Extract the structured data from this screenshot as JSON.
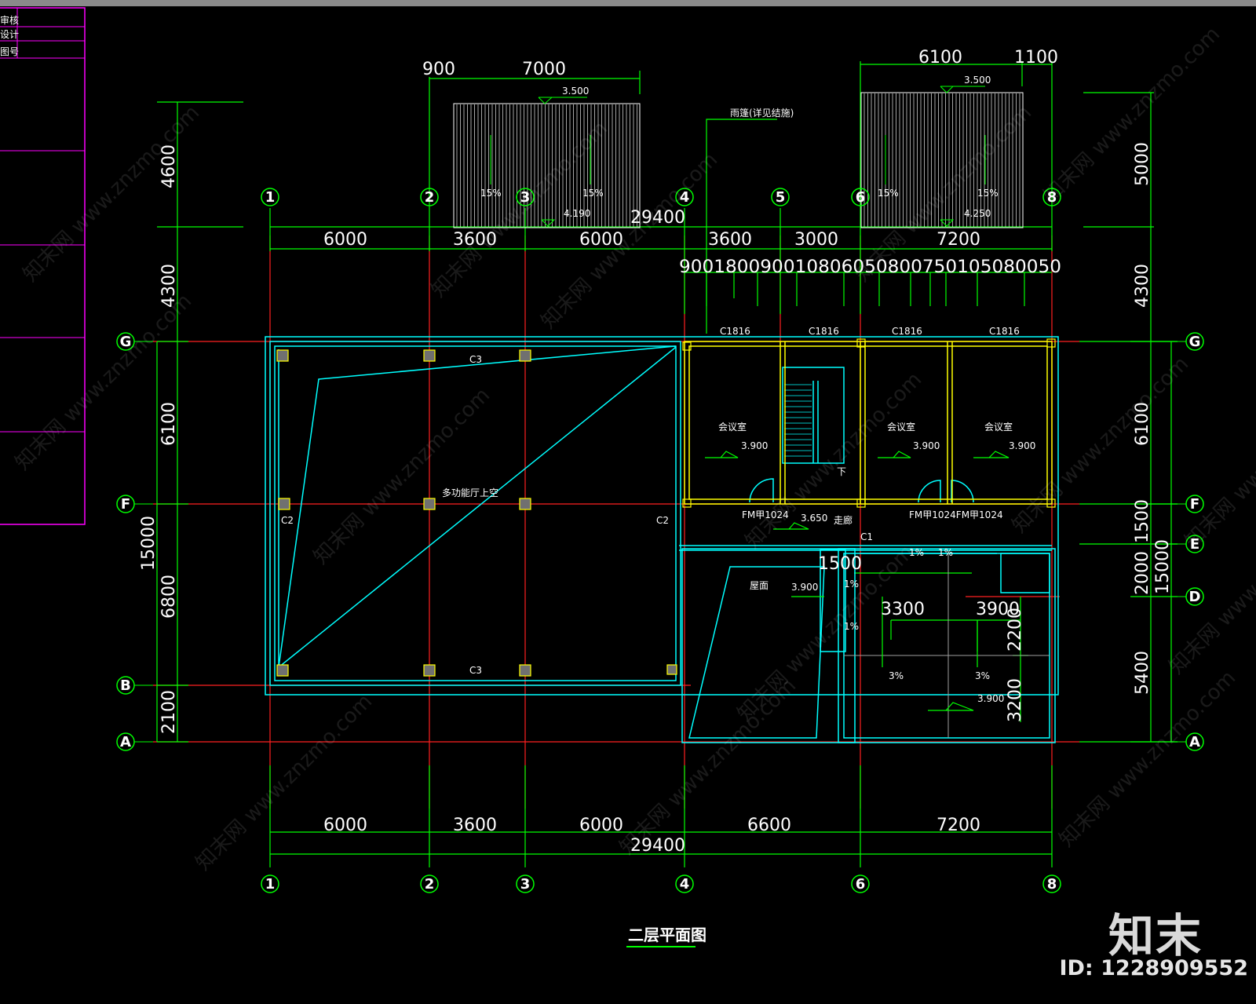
{
  "drawing": {
    "title": "二层平面图",
    "total_width_label": "29400",
    "total_depth_label": "15000"
  },
  "axes": {
    "columns": [
      "1",
      "2",
      "3",
      "4",
      "5",
      "6",
      "8"
    ],
    "rows": [
      "G",
      "F",
      "E",
      "D",
      "B",
      "A"
    ]
  },
  "dims": {
    "top_canopy_left": [
      "900",
      "7000"
    ],
    "top_canopy_right": [
      "6100",
      "1100"
    ],
    "top_chain": [
      "6000",
      "3600",
      "6000",
      "3600",
      "3000",
      "7200"
    ],
    "top_small_chain": "900180090010806050800750105080050",
    "bottom_chain": [
      "6000",
      "3600",
      "6000",
      "6600",
      "7200"
    ],
    "left_chain": [
      "4600",
      "4300",
      "6100",
      "6800",
      "2100"
    ],
    "left_total": "15000",
    "right_chain": [
      "5000",
      "4300",
      "6100",
      "1500",
      "2000",
      "5400"
    ],
    "right_total": "15000",
    "inner": [
      "1500",
      "3300",
      "3900",
      "2200",
      "3200"
    ]
  },
  "labels": {
    "window_c1816": "C1816",
    "window_c3": "C3",
    "window_c2": "C2",
    "window_c1": "C1",
    "door_fm": "FM甲1024",
    "door_fm_pair": "FM甲1024FM甲1024",
    "elev_3500": "3.500",
    "elev_4190": "4.190",
    "elev_4250": "4.250",
    "elev_3900": "3.900",
    "elev_3650": "3.650",
    "slope_15": "15%",
    "slope_1": "1%",
    "slope_3": "3%",
    "room_office": "会议室",
    "room_hall": "多功能厅上空",
    "corridor": "走廊",
    "roof": "屋面",
    "stair_down": "下",
    "canopy_note": "雨篷(详见结施)"
  },
  "title_block": [
    "审核",
    "设计",
    "图号"
  ],
  "watermark": {
    "text": "知末网 www.znzmo.com",
    "logo": "知末",
    "id_label": "ID: 1228909552"
  },
  "colors": {
    "axis_red": "#ff2020",
    "dim_green": "#00ff00",
    "wall_cyan": "#00ffff",
    "column_yellow": "#ffff00",
    "frame_magenta": "#ff00ff",
    "background": "#000000"
  }
}
